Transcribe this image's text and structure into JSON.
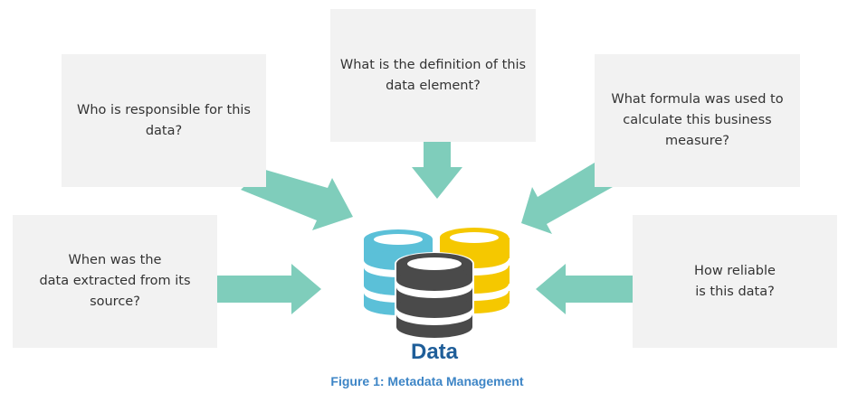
{
  "questions": {
    "top_left": "Who is responsible for this\ndata?",
    "top_center": "What is the definition of this\ndata element?",
    "top_right": "What formula was used to\ncalculate this business\nmeasure?",
    "mid_left": "When was the\ndata extracted from its source?",
    "mid_right": "How reliable\nis this data?"
  },
  "center": {
    "label": "Data"
  },
  "caption": "Figure 1: Metadata Management",
  "colors": {
    "box_bg": "#f2f2f2",
    "arrow": "#7fcdbb",
    "db_blue": "#5bc0d8",
    "db_yellow": "#f5c800",
    "db_dark": "#4a4a4a",
    "label": "#1f5e99",
    "caption": "#3d85c6"
  },
  "icons": [
    "database-icon-blue",
    "database-icon-yellow",
    "database-icon-dark",
    "arrow-icon"
  ]
}
